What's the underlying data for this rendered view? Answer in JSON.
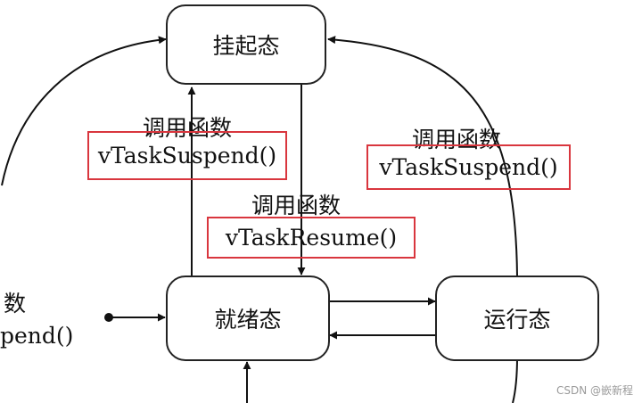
{
  "states": {
    "suspended": "挂起态",
    "ready": "就绪态",
    "running": "运行态"
  },
  "transitions": {
    "ready_to_suspended": {
      "caption": "调用函数",
      "function": "vTaskSuspend()"
    },
    "running_to_suspended": {
      "caption": "调用函数",
      "function": "vTaskSuspend()"
    },
    "suspended_to_ready": {
      "caption": "调用函数",
      "function": "vTaskResume()"
    },
    "left_partial": {
      "caption": "数",
      "function": "pend()"
    }
  },
  "highlight_color": "#d9363e",
  "watermark": "CSDN @嵌新程"
}
